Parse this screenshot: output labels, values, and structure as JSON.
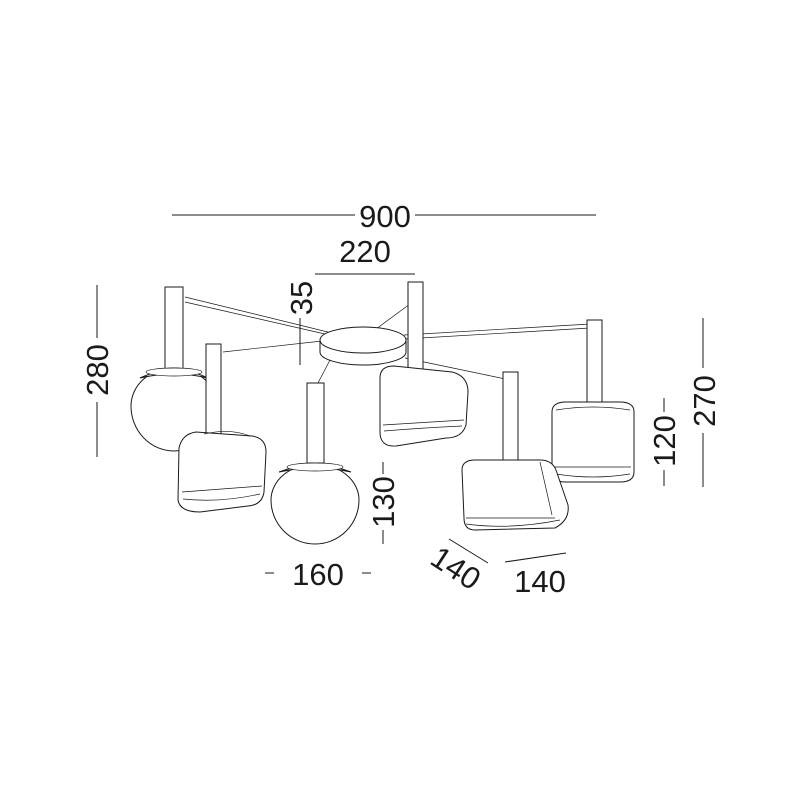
{
  "dimensions": {
    "overall_width": "900",
    "canopy_width": "220",
    "canopy_height": "35",
    "left_height": "280",
    "right_height": "270",
    "right_shade_height": "120",
    "center_shade_height": "130",
    "globe_diameter": "160",
    "cube_depth": "140",
    "cube_width": "140"
  }
}
